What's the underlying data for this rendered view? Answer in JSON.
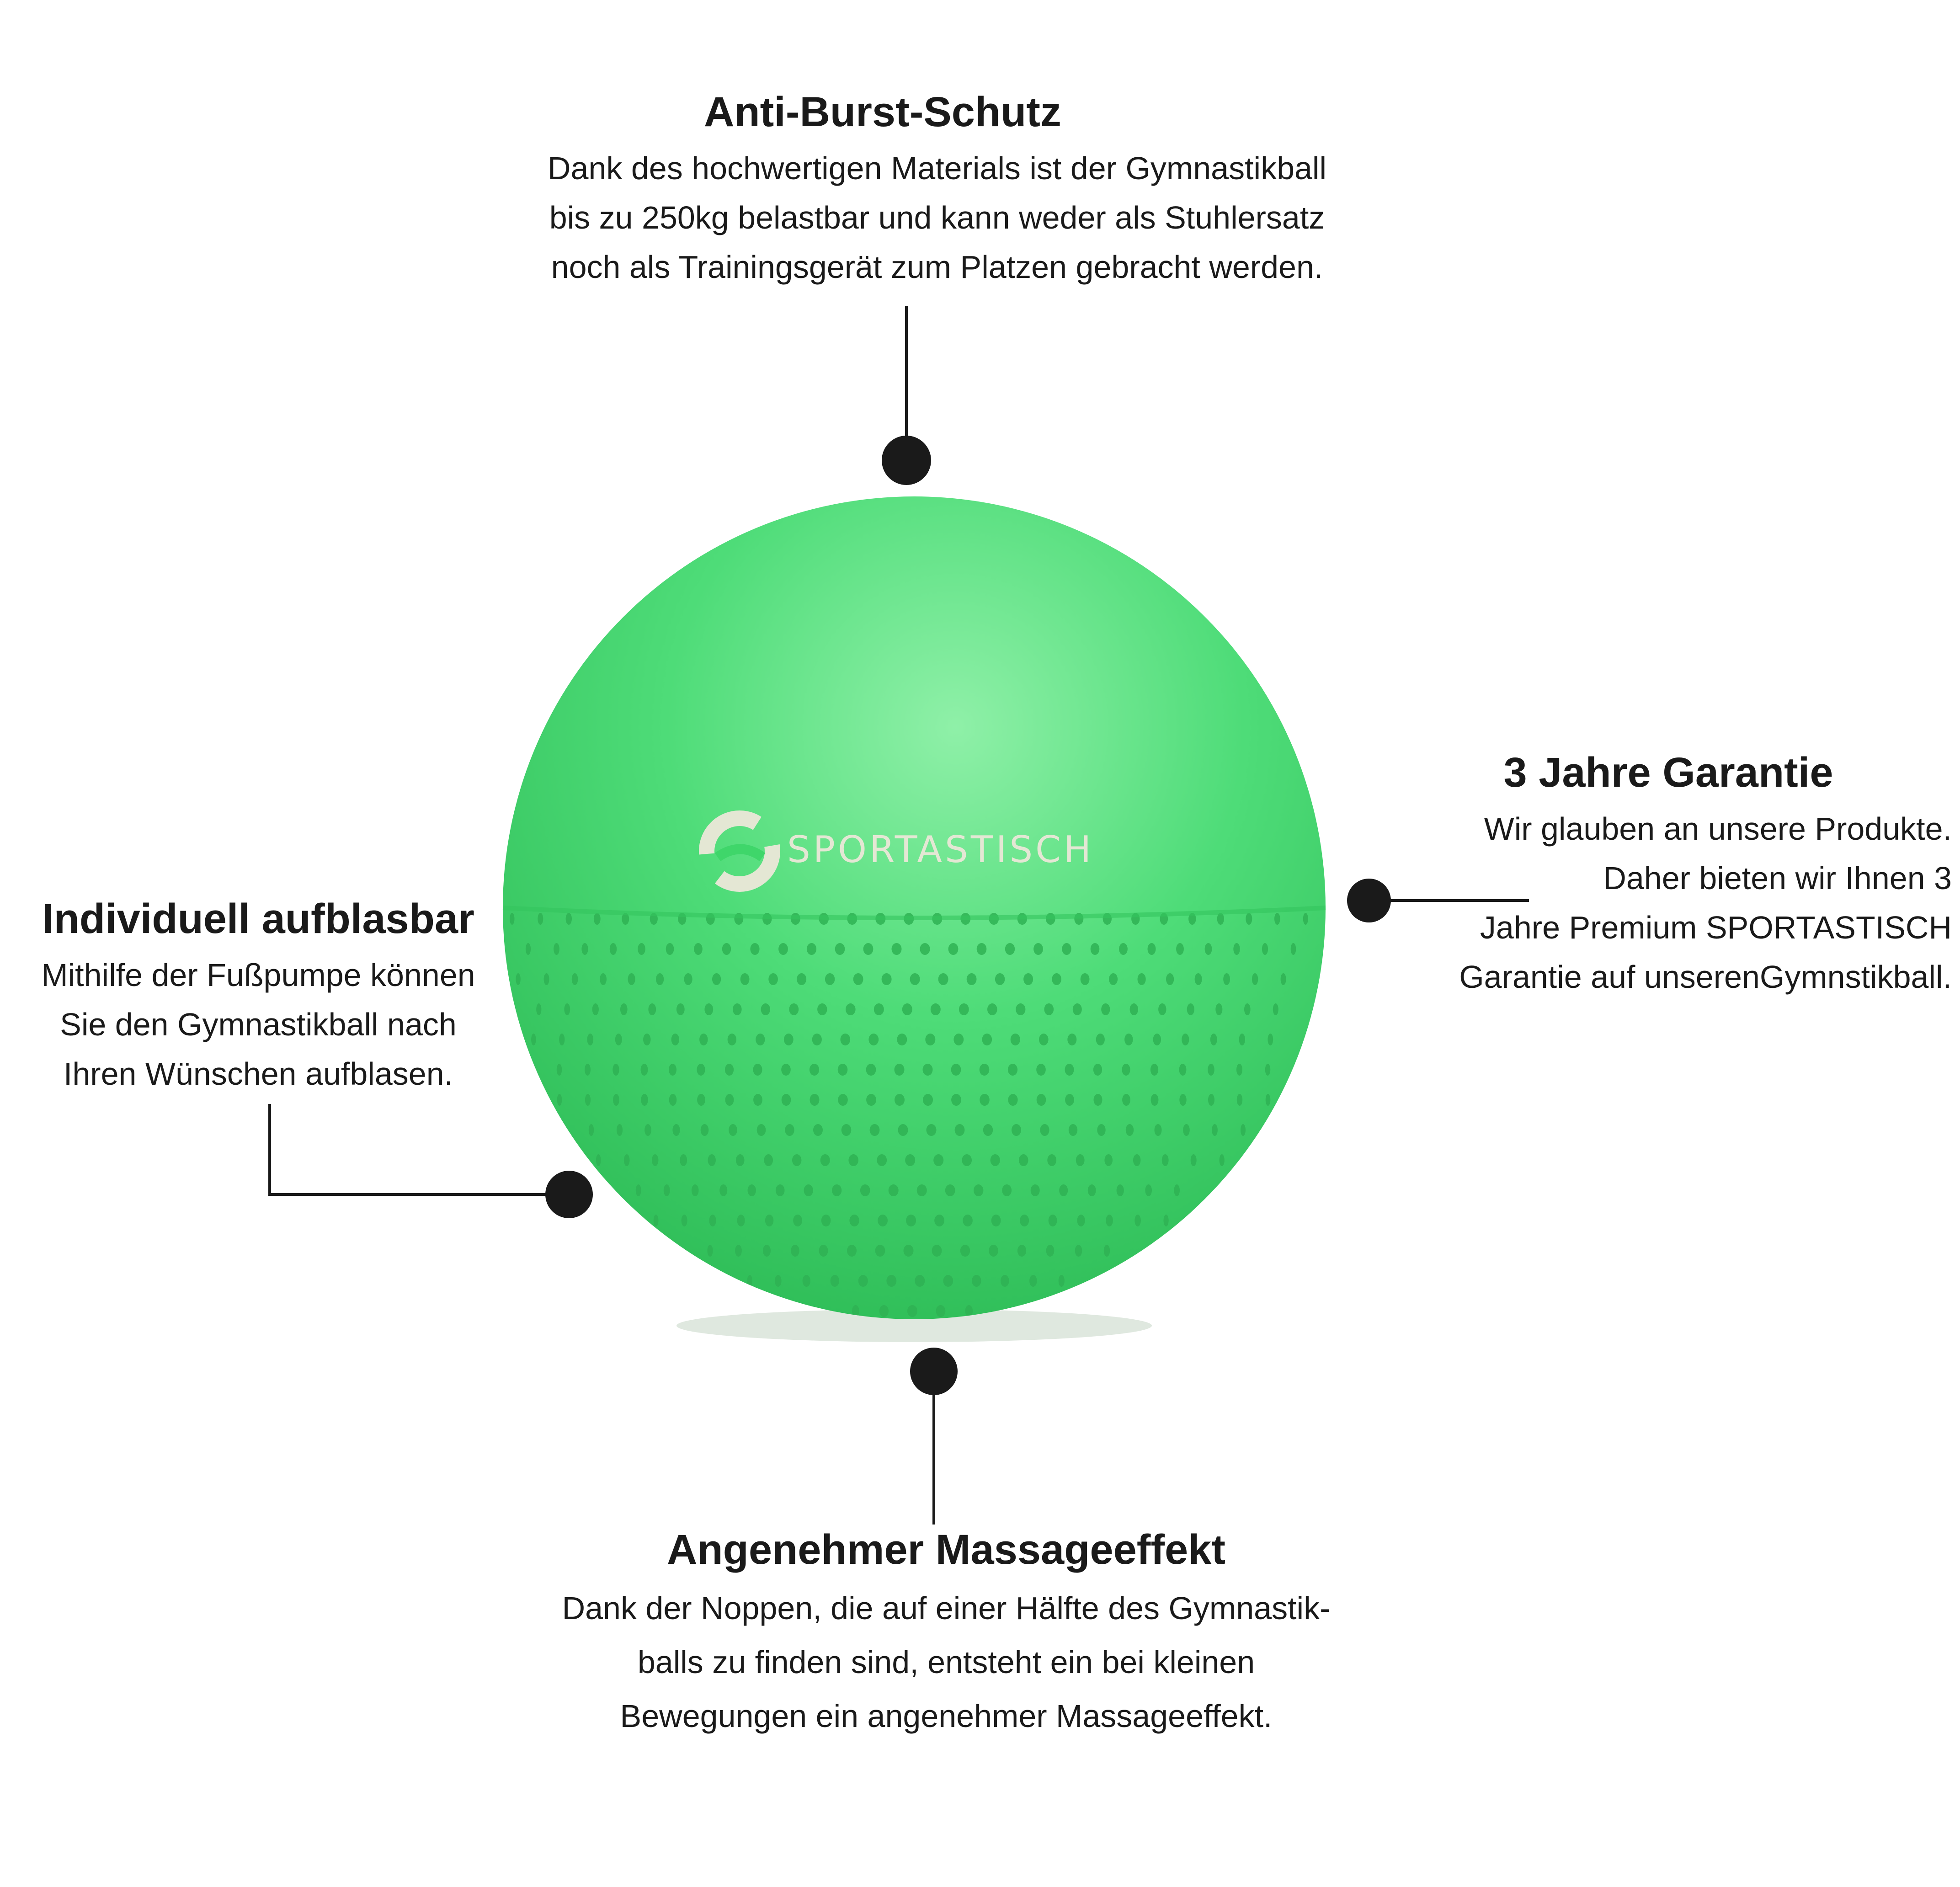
{
  "product": {
    "brand": "SPORTASTISCH",
    "ball_color": "#3fd66a",
    "ball_highlight": "#8ff0a8",
    "ball_shadow": "#27b04e",
    "logo_color": "#e4e7d4",
    "connector_color": "#1a1a1a"
  },
  "features": {
    "top": {
      "title": "Anti-Burst-Schutz",
      "lines": [
        "Dank des hochwertigen Materials ist der Gymnastikball",
        "bis zu 250kg belastbar und kann weder als Stuhlersatz",
        "noch als Trainingsgerät zum Platzen gebracht werden."
      ]
    },
    "right": {
      "title": "3 Jahre Garantie",
      "lines": [
        "Wir glauben an unsere Produkte.",
        "Daher bieten wir Ihnen 3",
        "Jahre Premium SPORTASTISCH",
        "Garantie auf unserenGymnstikball."
      ]
    },
    "left": {
      "title": "Individuell aufblasbar",
      "lines": [
        "Mithilfe der Fußpumpe können",
        "Sie den Gymnastikball nach",
        "Ihren Wünschen aufblasen."
      ]
    },
    "bottom": {
      "title": "Angenehmer Massageeffekt",
      "lines": [
        "Dank der Noppen, die auf einer Hälfte des Gymnastik-",
        "balls zu finden sind, entsteht ein bei kleinen",
        "Bewegungen ein angenehmer Massageeffekt."
      ]
    }
  }
}
